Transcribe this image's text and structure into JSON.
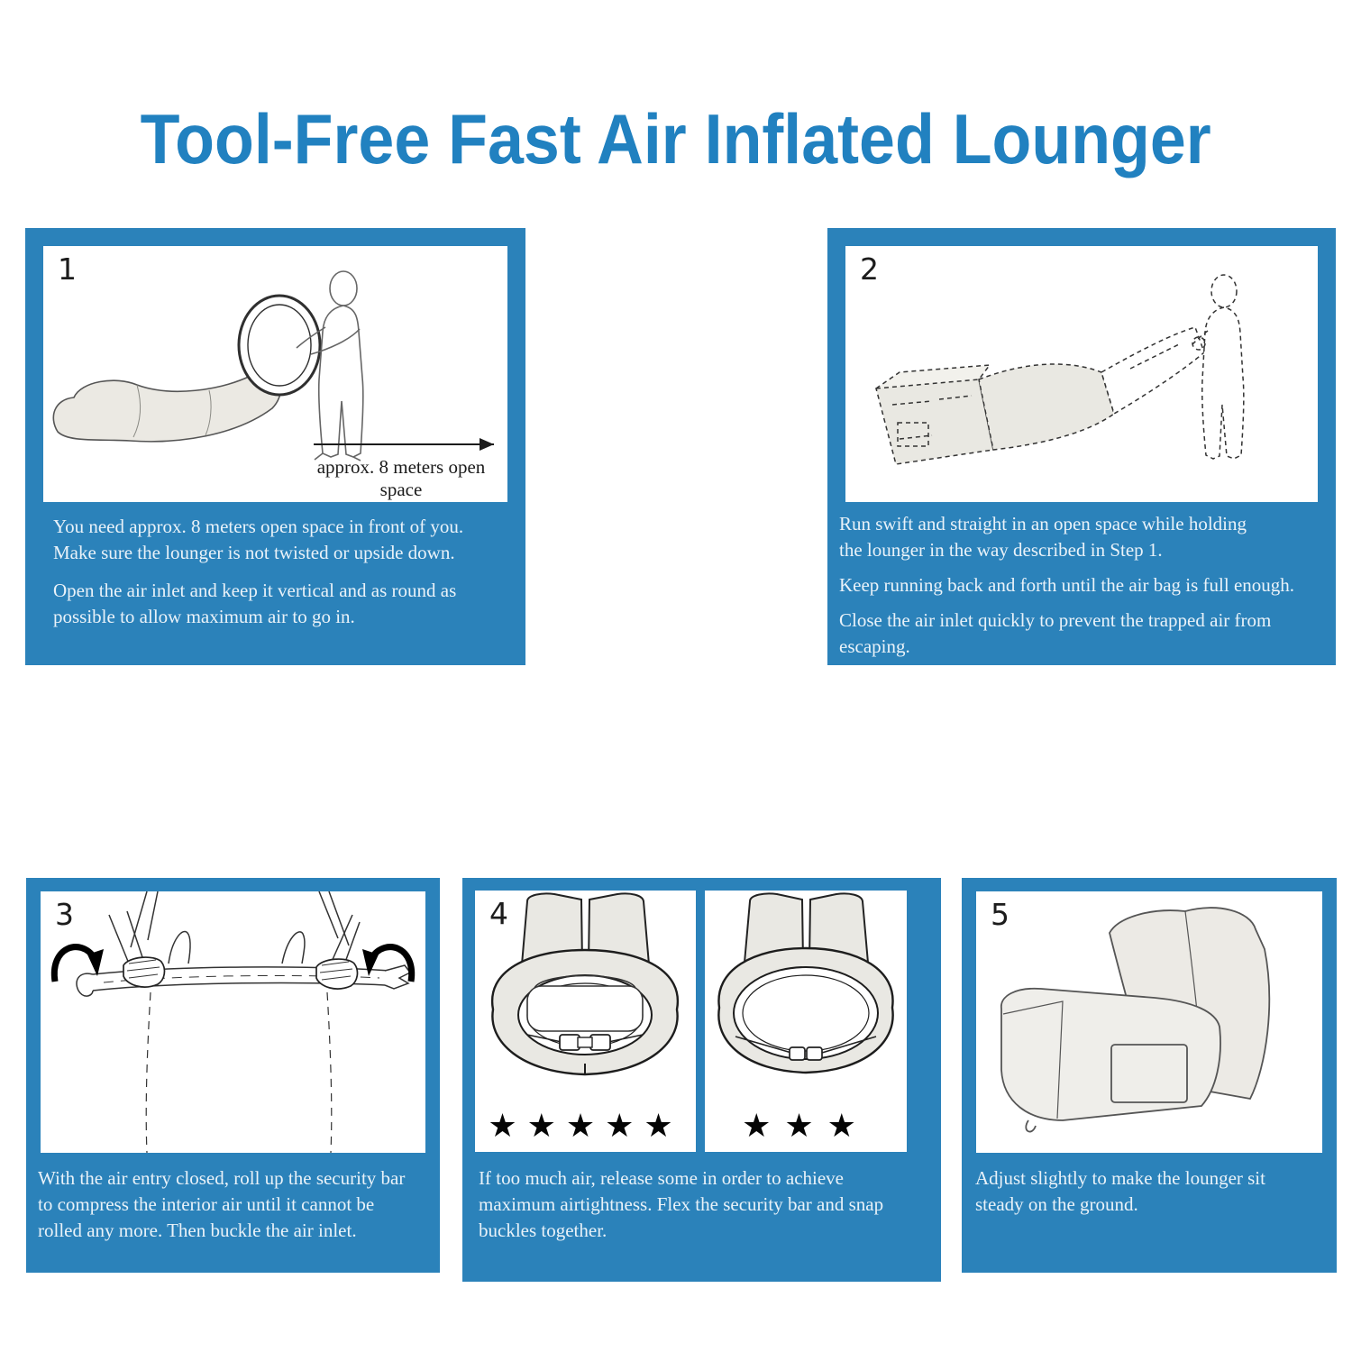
{
  "title": "Tool-Free Fast Air Inflated Lounger",
  "colors": {
    "title_blue": "#2181c0",
    "panel_blue": "#2b82ba",
    "caption_text": "#e9f2f9",
    "star_black": "#050505"
  },
  "steps": [
    {
      "number": "1",
      "annotation": "approx. 8 meters open space",
      "paragraphs": [
        "You need approx. 8 meters open space in front of you.\nMake sure the lounger is not twisted or upside down.",
        "Open the air inlet and keep it vertical and as round as\npossible to allow maximum air to go in."
      ]
    },
    {
      "number": "2",
      "paragraphs": [
        "Run swift and straight in an open space while holding\nthe lounger in the way described in Step 1.",
        "Keep running back and forth until the air bag is full enough.",
        "Close the air inlet quickly to prevent the trapped air from\nescaping."
      ]
    },
    {
      "number": "3",
      "paragraphs": [
        "With the air entry closed, roll up the security bar\nto compress the interior air until it cannot be\nrolled any more. Then buckle the air inlet."
      ]
    },
    {
      "number": "4",
      "stars_left": "★★★★★",
      "stars_left_count": 5,
      "stars_right": "★★★",
      "stars_right_count": 3,
      "paragraphs": [
        "If too much air, release some in order to achieve\nmaximum airtightness. Flex the security bar and snap\nbuckles together."
      ]
    },
    {
      "number": "5",
      "paragraphs": [
        "Adjust slightly to make the lounger sit\nsteady on the ground."
      ]
    }
  ]
}
